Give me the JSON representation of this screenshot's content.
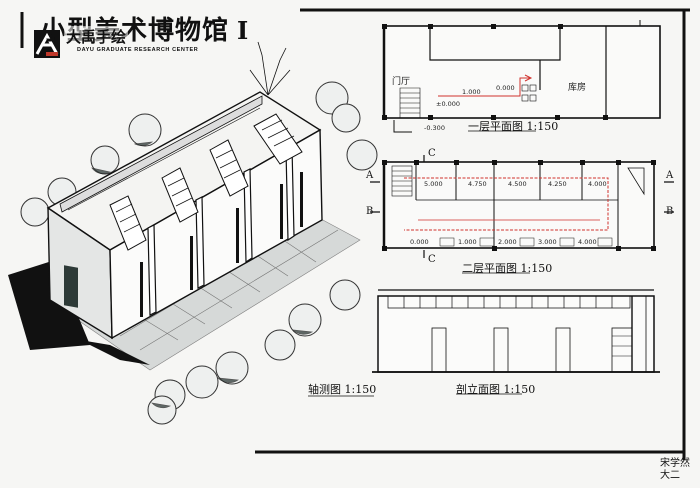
{
  "title": {
    "main": "小型美术博物馆",
    "numeral": "I"
  },
  "brand": {
    "name": "大禹手绘",
    "subtitle": "DAYU GRADUATE RESEARCH CENTER"
  },
  "captions": {
    "axonometric": "轴测图 1:150",
    "floor1": "一层平面图 1:150",
    "floor2": "二层平面图 1:150",
    "section": "剖立面图 1:150"
  },
  "rooms": {
    "entrance": "门厅",
    "warehouse": "库房"
  },
  "dimensions": {
    "floor1": [
      "1.000",
      "±0.000",
      "0.000",
      "-0.300"
    ],
    "floor2": [
      "5.000",
      "4.750",
      "4.500",
      "4.250",
      "4.000",
      "0.000",
      "1.000",
      "2.000",
      "3.000",
      "4.000"
    ]
  },
  "section_marks": {
    "a_left": "A",
    "a_right": "A",
    "b_left": "B",
    "b_right": "B",
    "c_top": "C",
    "c_bottom": "C"
  },
  "signature": {
    "name": "宋学然",
    "grade": "大二"
  }
}
